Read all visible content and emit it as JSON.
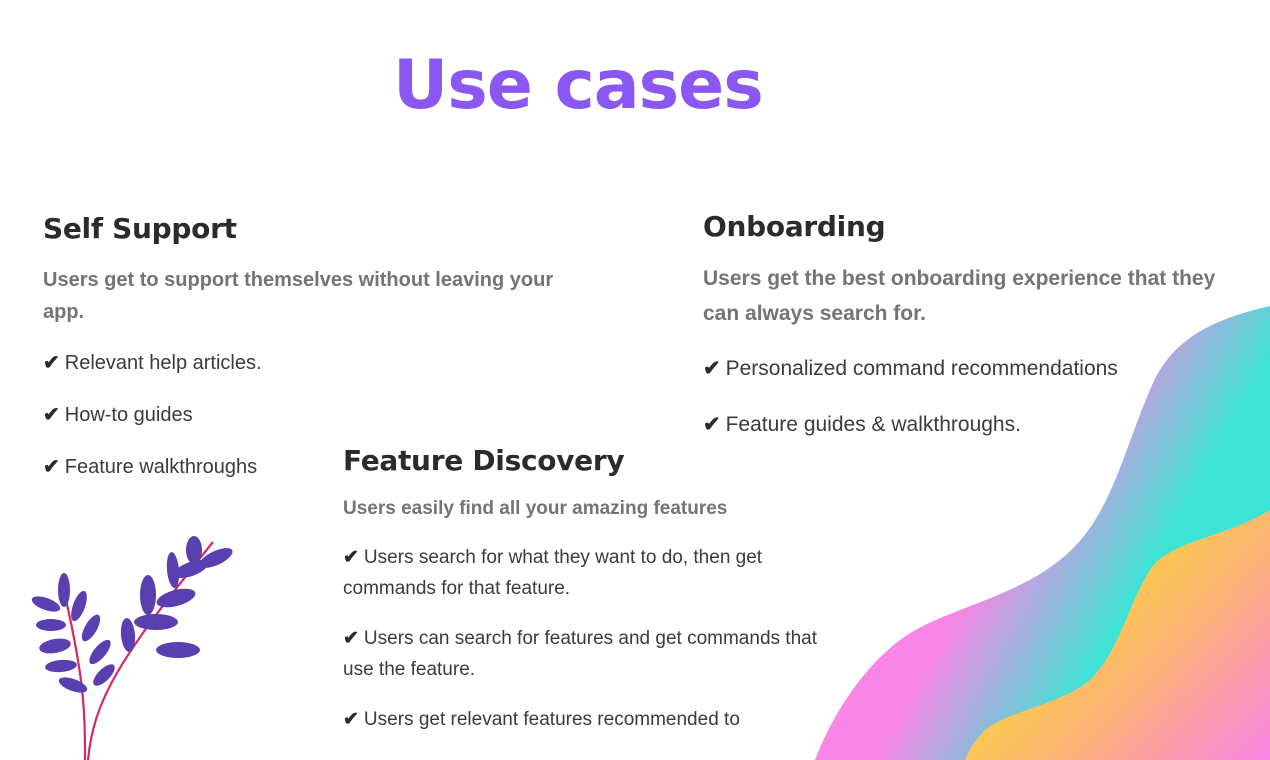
{
  "page": {
    "title": "Use cases",
    "accent_color": "#8b57f2"
  },
  "sections": {
    "self_support": {
      "heading": "Self Support",
      "lead": "Users get to support themselves without leaving your app.",
      "items": [
        "Relevant help articles.",
        "How-to guides",
        "Feature walkthroughs"
      ]
    },
    "onboarding": {
      "heading": "Onboarding",
      "lead": "Users get the best onboarding experience that they can always search for.",
      "items": [
        "Personalized command recommendations",
        "Feature guides & walkthroughs."
      ]
    },
    "feature_discovery": {
      "heading": "Feature Discovery",
      "lead": "Users easily find all your amazing features",
      "items": [
        "Users search for what they want to do, then get commands for that feature.",
        "Users can search for features and get commands that use the feature.",
        "Users get relevant features recommended to"
      ]
    }
  },
  "icons": {
    "check": "✔"
  },
  "decor": {
    "blob_colors": [
      "#f985e6",
      "#3de3d4",
      "#fde31f",
      "#fca0b4"
    ],
    "plant_leaf_color": "#5a3fb0",
    "plant_stem_color": "#d5295f"
  }
}
